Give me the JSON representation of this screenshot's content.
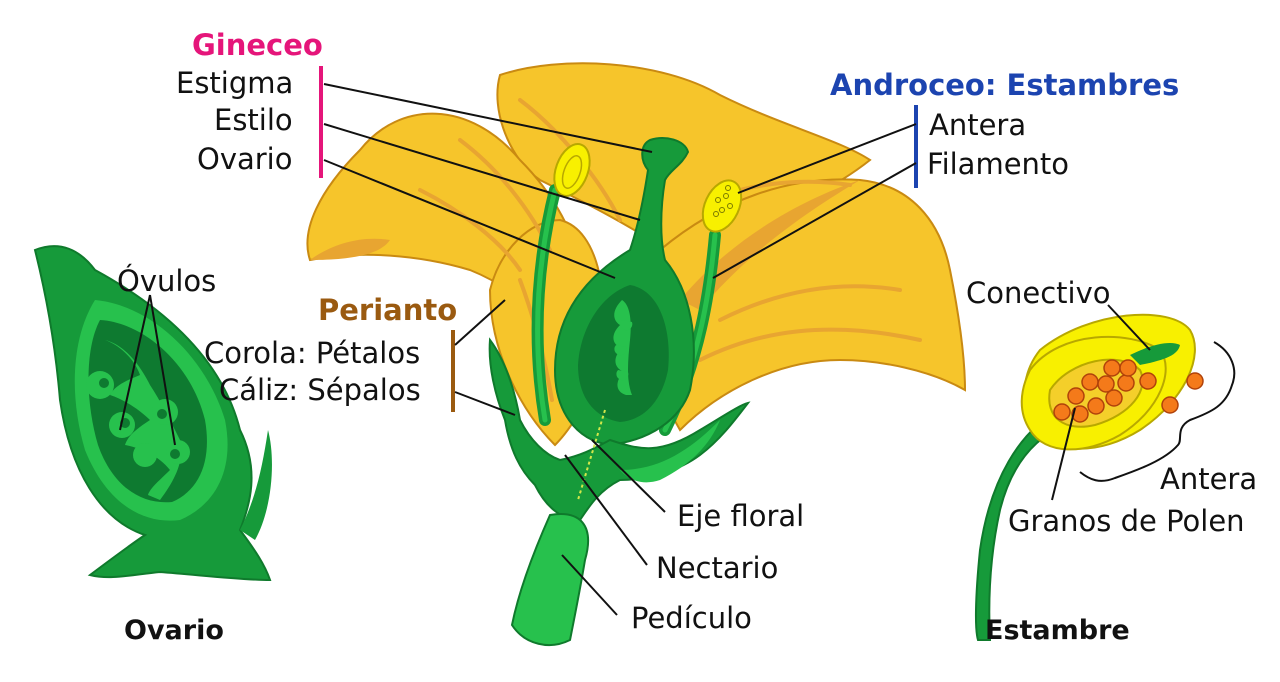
{
  "colors": {
    "gineceo": "#e5157a",
    "androceo": "#1c44b0",
    "perianto": "#9a5a10",
    "petal": "#f6c52b",
    "petal_dark": "#e8a531",
    "green_dark": "#169a3a",
    "green_light": "#27c14d",
    "pollen": "#f47a1a",
    "anther_yellow": "#f8f000"
  },
  "gineceo": {
    "title": "Gineceo",
    "parts": [
      "Estigma",
      "Estilo",
      "Ovario"
    ]
  },
  "androceo": {
    "title": "Androceo: Estambres",
    "parts": [
      "Antera",
      "Filamento"
    ]
  },
  "perianto": {
    "title": "Perianto",
    "parts": [
      "Corola: Pétalos",
      "Cáliz: Sépalos"
    ]
  },
  "center_labels": {
    "eje_floral": "Eje floral",
    "nectario": "Nectario",
    "pediculo": "Pedículo"
  },
  "ovario_detail": {
    "ovulos": "Óvulos",
    "caption": "Ovario"
  },
  "estambre_detail": {
    "conectivo": "Conectivo",
    "antera": "Antera",
    "granos": "Granos de Polen",
    "caption": "Estambre"
  }
}
